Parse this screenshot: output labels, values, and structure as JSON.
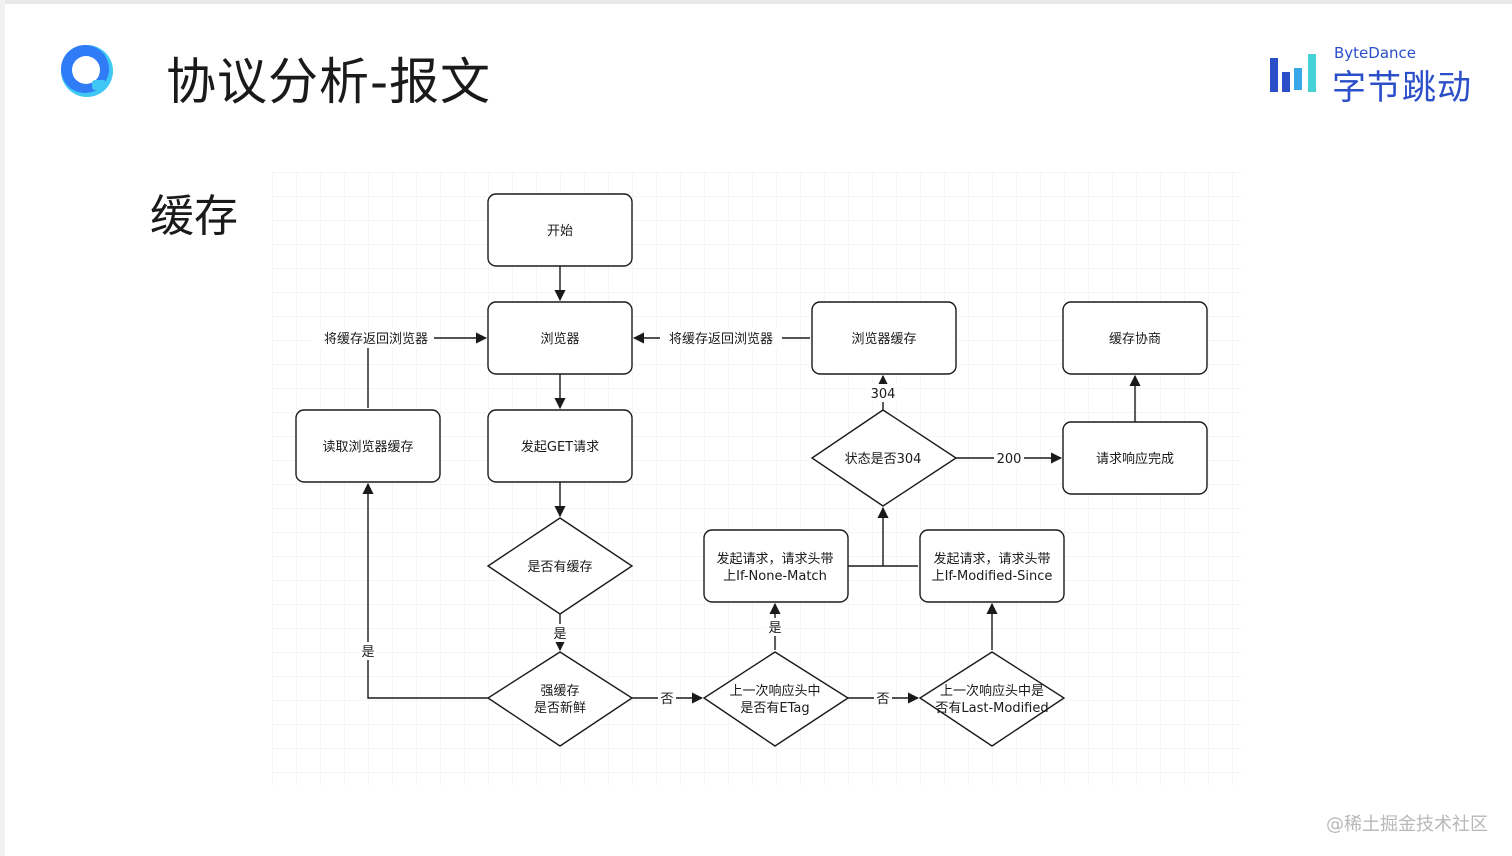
{
  "slide": {
    "title": "协议分析-报文",
    "subtitle": "缓存",
    "brand_en": "ByteDance",
    "brand_cn": "字节跳动",
    "watermark": "@稀土掘金技术社区",
    "colors": {
      "brand": "#2a4fc9",
      "logo_blue": "#2f7cf6",
      "logo_cyan": "#40c8f4"
    },
    "logo_icon": "q-logo-icon"
  },
  "diagram": {
    "nodes": {
      "start": "开始",
      "browser": "浏览器",
      "send_get": "发起GET请求",
      "has_cache": "是否有缓存",
      "strong_fresh_line1": "强缓存",
      "strong_fresh_line2": "是否新鲜",
      "read_cache": "读取浏览器缓存",
      "etag_line1": "上一次响应头中",
      "etag_line2": "是否有ETag",
      "lastmod_line1": "上一次响应头中是",
      "lastmod_line2": "否有Last-Modified",
      "req_inm_line1": "发起请求，请求头带",
      "req_inm_line2": "上If-None-Match",
      "req_ims_line1": "发起请求，请求头带",
      "req_ims_line2": "上If-Modified-Since",
      "is304": "状态是否304",
      "browser_cache": "浏览器缓存",
      "response_done": "请求响应完成",
      "cache_negotiation": "缓存协商"
    },
    "edges": {
      "return_left": "将缓存返回浏览器",
      "return_middle": "将缓存返回浏览器",
      "yes_has_cache": "是",
      "yes_fresh": "是",
      "no_fresh": "否",
      "no_etag": "否",
      "yes_etag": "是",
      "code_304": "304",
      "code_200": "200"
    }
  }
}
